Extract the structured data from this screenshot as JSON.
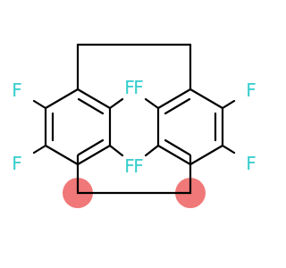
{
  "molecule": {
    "atom_labels": {
      "fluorine": "F"
    },
    "colors": {
      "bond": "#000000",
      "fluorine": "#33cccc",
      "highlight": "#f07878",
      "background": "#ffffff"
    },
    "highlighted_atoms": [
      "bridge-carbon-lower-left",
      "bridge-carbon-lower-right"
    ],
    "fluorine_count": 8
  }
}
